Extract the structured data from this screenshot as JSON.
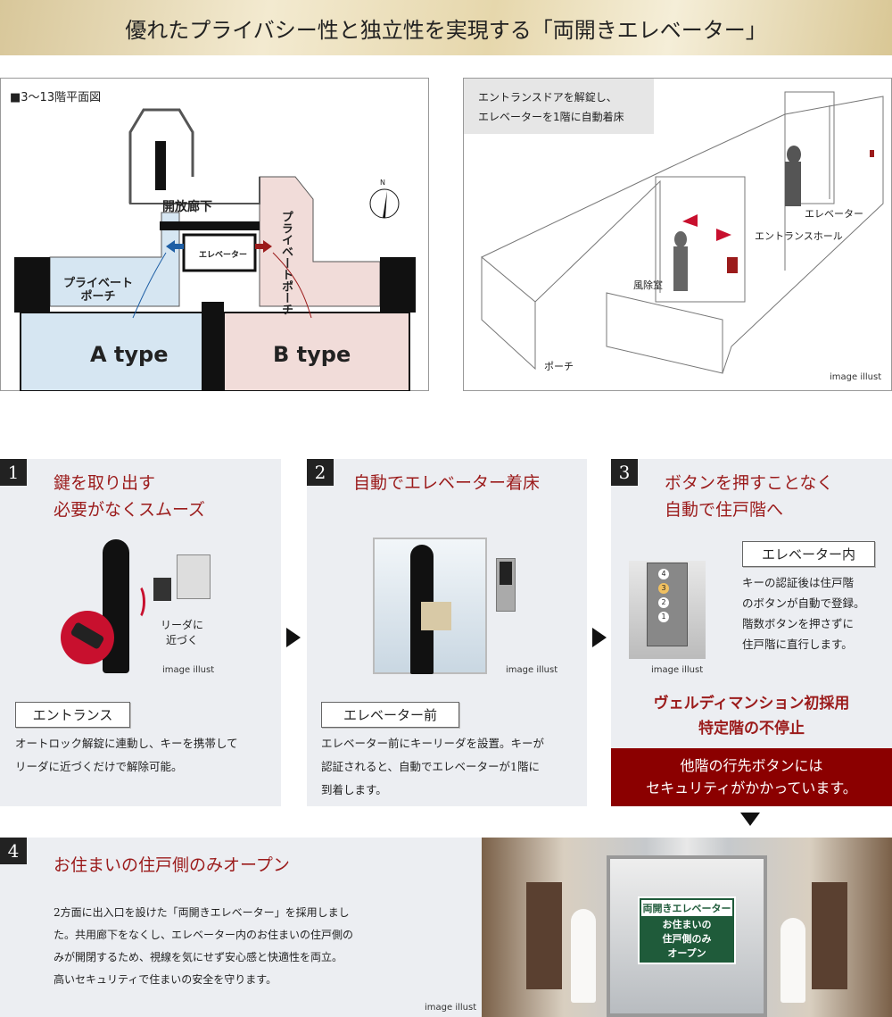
{
  "header": {
    "title": "優れたプライバシー性と独立性を実現する「両開きエレベーター」"
  },
  "floor_plan": {
    "title": "■3〜13階平面図",
    "corridor": "開放廊下",
    "elevator": "エレベーター",
    "porch_a": [
      "プライベート",
      "ポーチ"
    ],
    "porch_b": "プライベートポーチ",
    "type_a": "A type",
    "type_b": "B type",
    "north": "N",
    "colors": {
      "a": "#d6e6f2",
      "b": "#f1dcd9"
    }
  },
  "entrance_illust": {
    "caption": [
      "エントランスドアを解錠し、",
      "エレベーターを1階に自動着床"
    ],
    "labels": {
      "elevator": "エレベーター",
      "hall": "エントランスホール",
      "windbreak": "風除室",
      "porch": "ポーチ"
    },
    "note": "image illust"
  },
  "steps": [
    {
      "num": "1",
      "title": [
        "鍵を取り出す",
        "必要がなくスムーズ"
      ],
      "reader": [
        "リーダに",
        "近づく"
      ],
      "note": "image illust",
      "tag": "エントランス",
      "text": [
        "オートロック解錠に連動し、キーを携帯して",
        "リーダに近づくだけで解除可能。"
      ]
    },
    {
      "num": "2",
      "title": [
        "自動でエレベーター着床"
      ],
      "note": "image illust",
      "tag": "エレベーター前",
      "text": [
        "エレベーター前にキーリーダを設置。キーが",
        "認証されると、自動でエレベーターが1階に",
        "到着します。"
      ]
    },
    {
      "num": "3",
      "title": [
        "ボタンを押すことなく",
        "自動で住戸階へ"
      ],
      "note": "image illust",
      "tag": "エレベーター内",
      "text": [
        "キーの認証後は住戸階",
        "のボタンが自動で登録。",
        "階数ボタンを押さずに",
        "住戸階に直行します。"
      ],
      "buttons": [
        "4",
        "3",
        "2",
        "1"
      ],
      "highlight": [
        "ヴェルディマンション初採用",
        "特定階の不停止"
      ],
      "banner": [
        "他階の行先ボタンには",
        "セキュリティがかかっています。"
      ]
    },
    {
      "num": "4",
      "title": [
        "お住まいの住戸側のみオープン"
      ],
      "text": [
        "2方面に出入口を設けた「両開きエレベーター」を採用しまし",
        "た。共用廊下をなくし、エレベーター内のお住まいの住戸側の",
        "みが開閉するため、視線を気にせず安心感と快適性を両立。",
        "高いセキュリティで住まいの安全を守ります。"
      ],
      "note": "image illust",
      "sign": {
        "title": "両開きエレベーター",
        "body": [
          "お住まいの",
          "住戸側のみ",
          "オープン"
        ]
      }
    }
  ],
  "colors": {
    "accent": "#9b1b1b",
    "panel": "#eceef2",
    "banner": "#8b0000",
    "sign": "#1f5b3a"
  }
}
